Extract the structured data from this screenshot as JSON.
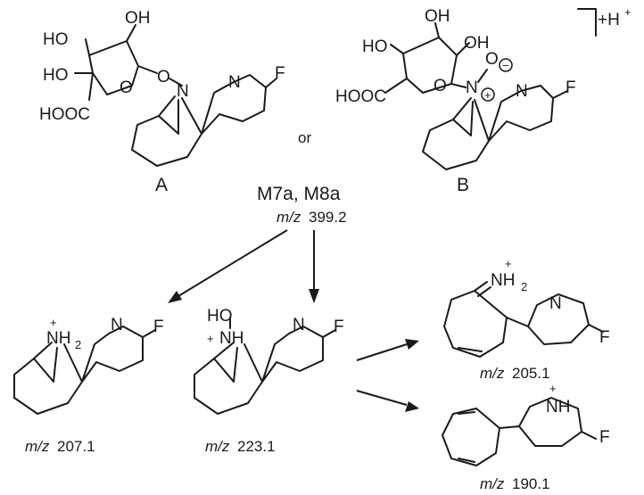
{
  "structure_a": {
    "label": "A",
    "atoms": {
      "oh_top_left": "HO",
      "oh_top_right": "OH",
      "oh_left": "HO",
      "ring_o": "O",
      "link_o": "O",
      "n": "N",
      "pyridine_n": "N",
      "f": "F",
      "cooh": "HOOC"
    }
  },
  "or_text": "or",
  "structure_b": {
    "label": "B",
    "charge_note": "+H",
    "charge_sup": "+",
    "atoms": {
      "oh_top": "OH",
      "oh_left": "HO",
      "oh_right": "OH",
      "ring_o": "O",
      "n_oxide_o": "O",
      "n": "N",
      "pyridine_n": "N",
      "f": "F",
      "cooh": "HOOC"
    },
    "plus_symbol": "+",
    "minus_symbol": "−"
  },
  "parent": {
    "name": "M7a, M8a",
    "mz_prefix": "m/z",
    "mz_value": "399.2"
  },
  "product_207": {
    "amine": "NH",
    "sub2": "2",
    "plus": "+",
    "pyridine_n": "N",
    "f": "F",
    "mz_prefix": "m/z",
    "mz_value": "207.1"
  },
  "product_223": {
    "ho": "HO",
    "nh": "NH",
    "plus": "+",
    "pyridine_n": "N",
    "f": "F",
    "mz_prefix": "m/z",
    "mz_value": "223.1"
  },
  "product_205": {
    "iminium": "NH",
    "sub2": "2",
    "plus": "+",
    "pyridine_n": "N",
    "f": "F",
    "mz_prefix": "m/z",
    "mz_value": "205.1"
  },
  "product_190": {
    "nh": "NH",
    "plus": "+",
    "f": "F",
    "mz_prefix": "m/z",
    "mz_value": "190.1"
  }
}
